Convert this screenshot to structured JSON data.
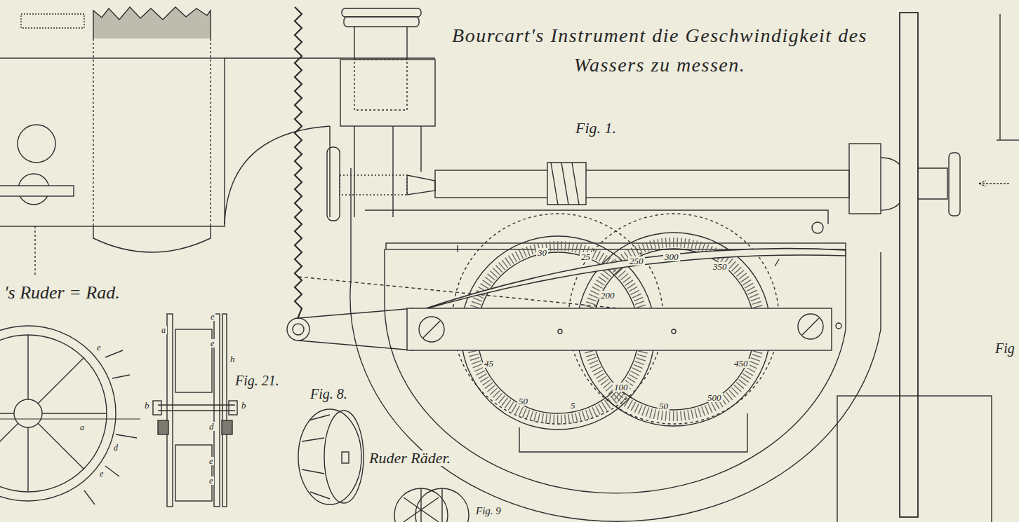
{
  "diagram": {
    "title": "Bourcart's Instrument die Geschwindigkeit des Wassers zu messen.",
    "labels": [
      "Fig. 1.",
      "'s Ruder = Rad.",
      "Fig. 21.",
      "Fig. 8.",
      "Ruder Räder.",
      "Fig. 9",
      "Fig",
      "30",
      "25",
      "45",
      "50",
      "5",
      "250",
      "300",
      "350",
      "200",
      "450",
      "100",
      "50",
      "500",
      "e",
      "a",
      "e",
      "h",
      "b",
      "b",
      "d",
      "e",
      "e",
      "e",
      "a",
      "d",
      "e"
    ]
  }
}
